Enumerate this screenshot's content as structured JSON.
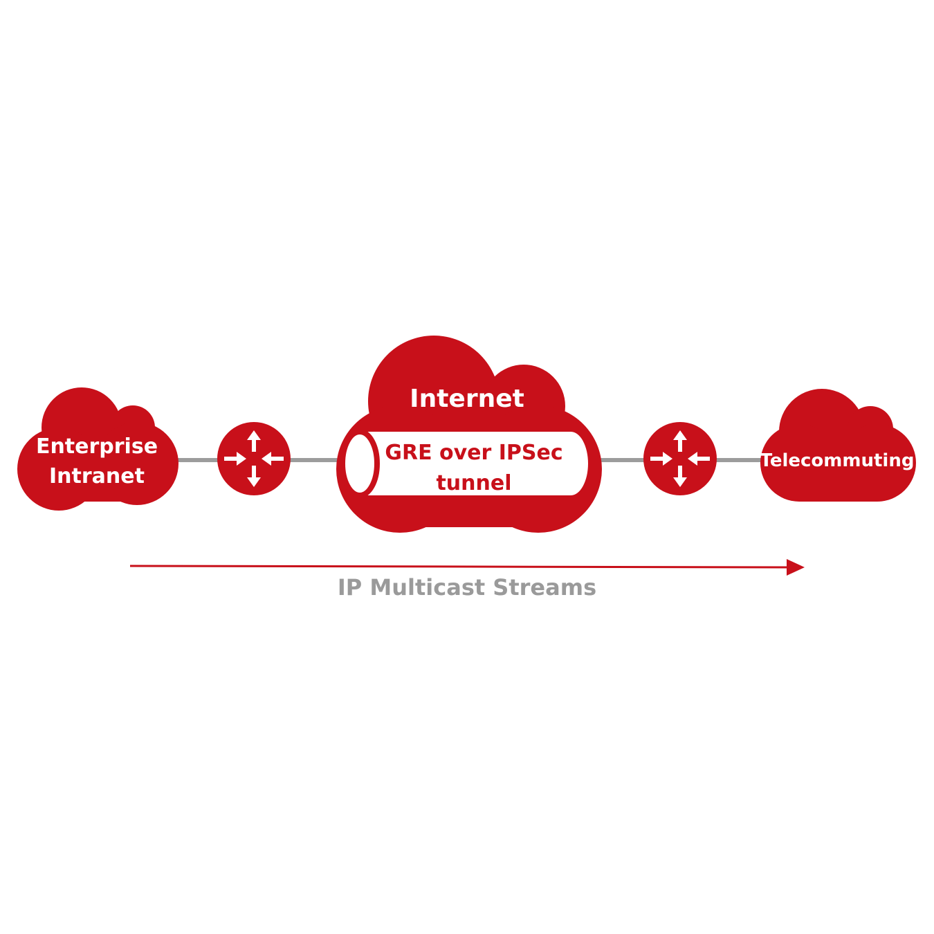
{
  "colors": {
    "brand_red": "#c8101a",
    "connector_gray": "#9c9c9c",
    "label_gray": "#9a9a9a",
    "background": "#ffffff"
  },
  "nodes": {
    "enterprise": {
      "line1": "Enterprise",
      "line2": "Intranet",
      "icon": "cloud-icon"
    },
    "router_left": {
      "icon": "router-icon"
    },
    "internet": {
      "title": "Internet",
      "icon": "cloud-icon"
    },
    "tunnel": {
      "line1": "GRE over IPSec",
      "line2": "tunnel",
      "icon": "tunnel-pipe-icon"
    },
    "router_right": {
      "icon": "router-icon"
    },
    "telecommuting": {
      "label": "Telecommuting",
      "icon": "cloud-icon"
    }
  },
  "flow": {
    "label": "IP Multicast Streams",
    "direction": "left-to-right"
  }
}
